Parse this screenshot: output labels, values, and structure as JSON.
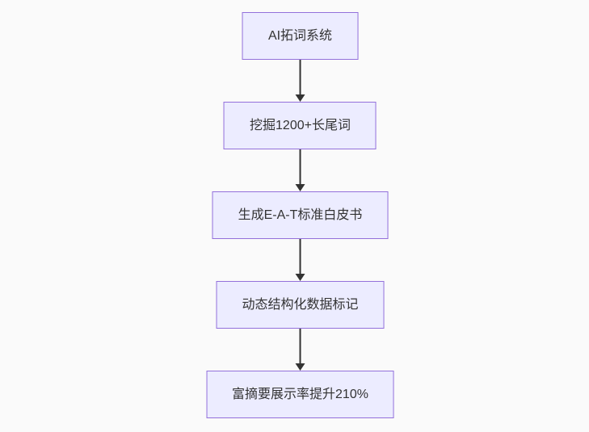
{
  "page": {
    "background_color": "#fafafa"
  },
  "flowchart": {
    "type": "vertical-flow",
    "node_fill_color": "#ECECFF",
    "node_border_color": "#9370DB",
    "text_color": "#333333",
    "arrow_color": "#333333",
    "nodes": [
      {
        "id": "node-1",
        "label": "AI拓词系统"
      },
      {
        "id": "node-2",
        "label": "挖掘1200+长尾词"
      },
      {
        "id": "node-3",
        "label": "生成E-A-T标准白皮书"
      },
      {
        "id": "node-4",
        "label": "动态结构化数据标记"
      },
      {
        "id": "node-5",
        "label": "富摘要展示率提升210%"
      }
    ],
    "edges": [
      {
        "from": "node-1",
        "to": "node-2"
      },
      {
        "from": "node-2",
        "to": "node-3"
      },
      {
        "from": "node-3",
        "to": "node-4"
      },
      {
        "from": "node-4",
        "to": "node-5"
      }
    ]
  }
}
